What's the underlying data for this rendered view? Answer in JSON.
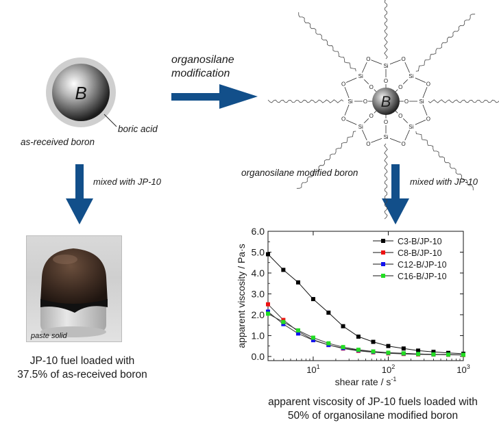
{
  "boron_symbol": "B",
  "si_label": "Si",
  "o_label": "O",
  "labels": {
    "as_received": "as-received boron",
    "boric_acid": "boric acid",
    "modification_line1": "organosilane",
    "modification_line2": "modification",
    "modified_boron": "organosilane modified boron",
    "mixed_left": "mixed with JP-10",
    "mixed_right": "mixed with JP-10",
    "paste_solid": "paste solid"
  },
  "captions": {
    "left_line1": "JP-10 fuel loaded with",
    "left_line2": "37.5% of as-received boron",
    "right_line1": "apparent viscosity of JP-10 fuels loaded with",
    "right_line2": "50% of organosilane modified boron"
  },
  "colors": {
    "arrow": "#124f8a",
    "c3": "#000000",
    "c8": "#ee1111",
    "c12": "#1111ee",
    "c16": "#22dd22"
  },
  "chart_data": {
    "type": "line",
    "xlabel": "shear rate / s",
    "xlabel_sup": "-1",
    "ylabel": "apparent viscosity / Pa·s",
    "xscale": "log",
    "xlim": [
      2.5,
      1000
    ],
    "ylim": [
      -0.2,
      6.0
    ],
    "yticks": [
      "0.0",
      "1.0",
      "2.0",
      "3.0",
      "4.0",
      "5.0",
      "6.0"
    ],
    "xticks": [
      {
        "base": "10",
        "exp": "1"
      },
      {
        "base": "10",
        "exp": "2"
      },
      {
        "base": "10",
        "exp": "3"
      }
    ],
    "x": [
      2.5,
      4,
      6.3,
      10,
      16,
      25,
      40,
      63,
      100,
      160,
      250,
      400,
      630,
      1000
    ],
    "legend_position": "top-right",
    "series": [
      {
        "name": "C3-B/JP-10",
        "color": "#000000",
        "values": [
          4.9,
          4.15,
          3.55,
          2.75,
          2.1,
          1.45,
          0.95,
          0.7,
          0.5,
          0.38,
          0.28,
          0.22,
          0.17,
          0.13
        ]
      },
      {
        "name": "C8-B/JP-10",
        "color": "#ee1111",
        "values": [
          2.5,
          1.75,
          1.2,
          0.8,
          0.55,
          0.38,
          0.27,
          0.2,
          0.15,
          0.12,
          0.1,
          0.09,
          0.08,
          0.07
        ]
      },
      {
        "name": "C12-B/JP-10",
        "color": "#1111ee",
        "values": [
          2.15,
          1.55,
          1.1,
          0.78,
          0.55,
          0.4,
          0.3,
          0.22,
          0.17,
          0.14,
          0.12,
          0.1,
          0.09,
          0.08
        ]
      },
      {
        "name": "C16-B/JP-10",
        "color": "#22dd22",
        "values": [
          2.05,
          1.65,
          1.25,
          0.9,
          0.63,
          0.45,
          0.32,
          0.24,
          0.18,
          0.15,
          0.12,
          0.1,
          0.09,
          0.08
        ]
      }
    ]
  }
}
